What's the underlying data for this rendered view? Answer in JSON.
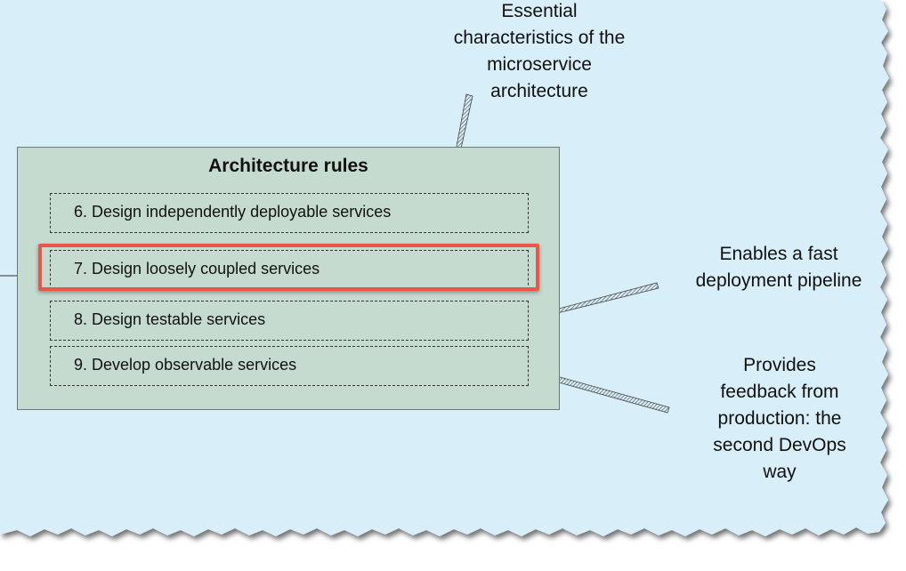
{
  "colors": {
    "background": "#d8eef8",
    "box_fill": "#c6dbd0",
    "highlight": "#e8574a"
  },
  "box": {
    "title": "Architecture rules",
    "rules": [
      "6. Design independently deployable services",
      "7. Design loosely coupled services",
      "8. Design testable services",
      "9. Develop observable services"
    ],
    "highlighted_rule_index": 1
  },
  "annotations": {
    "top": [
      "Essential",
      "characteristics of the",
      "microservice",
      "architecture"
    ],
    "middle": [
      "Enables a fast",
      "deployment pipeline"
    ],
    "bottom": [
      "Provides",
      "feedback from",
      "production: the",
      "second DevOps",
      "way"
    ]
  }
}
